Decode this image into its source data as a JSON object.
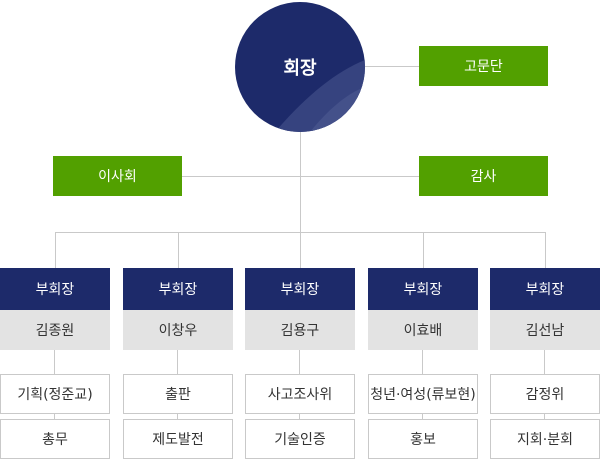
{
  "chairman": "회장",
  "advisory": "고문단",
  "board": "이사회",
  "audit": "감사",
  "vice_presidents": [
    {
      "title": "부회장",
      "name": "김종원",
      "departments": [
        "기획(정준교)",
        "총무"
      ]
    },
    {
      "title": "부회장",
      "name": "이창우",
      "departments": [
        "출판",
        "제도발전"
      ]
    },
    {
      "title": "부회장",
      "name": "김용구",
      "departments": [
        "사고조사위",
        "기술인증"
      ]
    },
    {
      "title": "부회장",
      "name": "이효배",
      "departments": [
        "청년·여성(류보현)",
        "홍보"
      ]
    },
    {
      "title": "부회장",
      "name": "김선남",
      "departments": [
        "감정위",
        "지회·분회"
      ]
    }
  ],
  "colors": {
    "navy": "#1d2a6a",
    "green": "#52a000",
    "gray": "#e3e3e3",
    "line": "#c9c9c9"
  }
}
